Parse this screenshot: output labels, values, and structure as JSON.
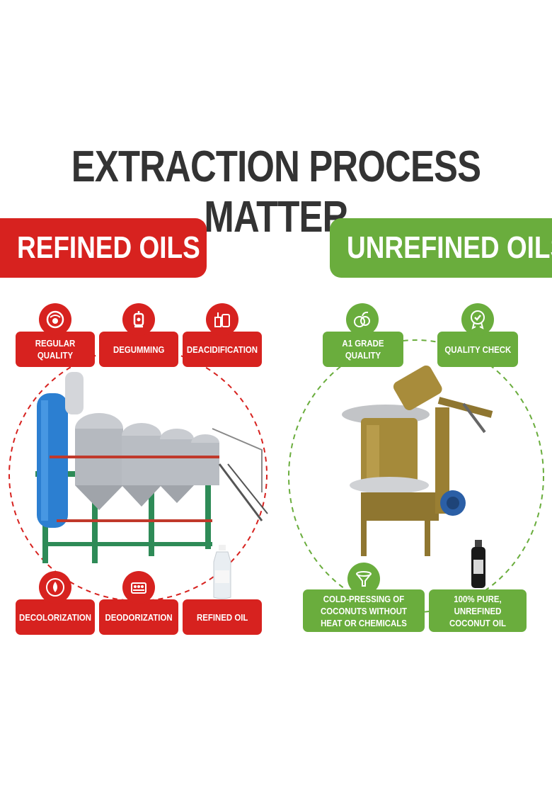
{
  "title": "EXTRACTION PROCESS MATTER",
  "colors": {
    "red": "#d7221f",
    "green": "#6aad3d",
    "title": "#333333"
  },
  "refined": {
    "heading": "REFINED OILS",
    "steps": [
      {
        "label": "REGULAR QUALITY",
        "icon": "coconut-icon"
      },
      {
        "label": "DEGUMMING",
        "icon": "tank-icon"
      },
      {
        "label": "DEACIDIFICATION",
        "icon": "factory-icon"
      },
      {
        "label": "DECOLORIZATION",
        "icon": "drop-icon"
      },
      {
        "label": "DEODORIZATION",
        "icon": "machine-icon"
      },
      {
        "label": "REFINED OIL",
        "icon": "oil-bottle-icon"
      }
    ]
  },
  "unrefined": {
    "heading": "UNREFINED OILS",
    "steps": [
      {
        "label": "A1 GRADE QUALITY",
        "icon": "coconut-icon"
      },
      {
        "label": "QUALITY CHECK",
        "icon": "check-badge-icon"
      },
      {
        "label": "COLD-PRESSING OF COCONUTS WITHOUT HEAT OR CHEMICALS",
        "icon": "funnel-icon"
      },
      {
        "label": "100% PURE, UNREFINED COCONUT OIL",
        "icon": "bottle-icon"
      }
    ]
  }
}
